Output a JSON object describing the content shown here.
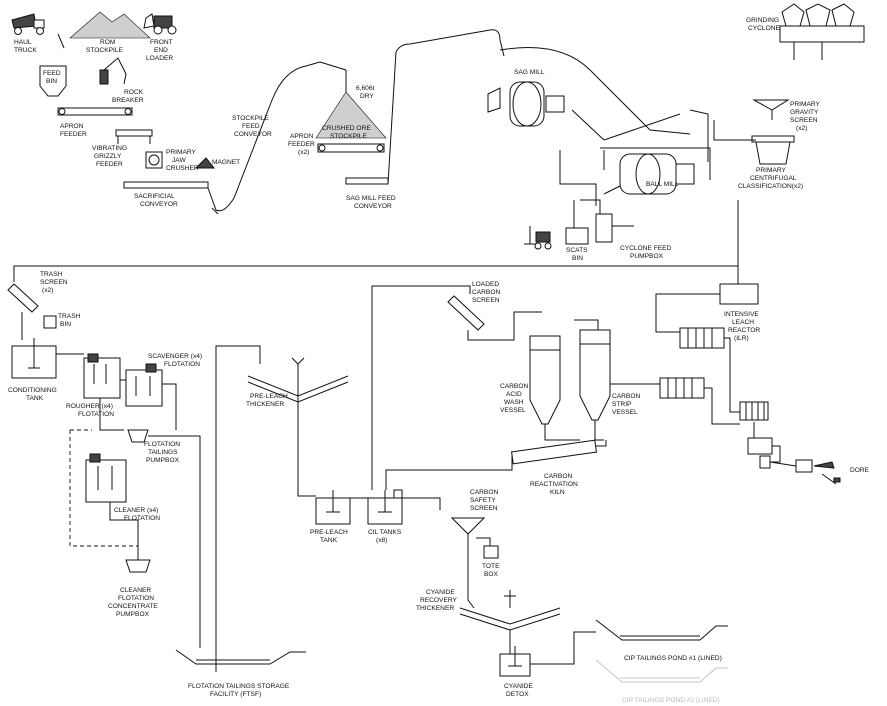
{
  "nodes": {
    "haul_truck": [
      "HAUL",
      "TRUCK"
    ],
    "rom_stockpile": [
      "ROM",
      "STOCKPILE"
    ],
    "front_end_loader": [
      "FRONT",
      "END",
      "LOADER"
    ],
    "feed_bin": [
      "FEED",
      "BIN"
    ],
    "rock_breaker": [
      "ROCK",
      "BREAKER"
    ],
    "apron_feeder": [
      "APRON",
      "FEEDER"
    ],
    "vibrating_grizzly_feeder": [
      "VIBRATING",
      "GRIZZLY",
      "FEEDER"
    ],
    "primary_jaw_crusher": [
      "PRIMARY",
      "JAW",
      "CRUSHER"
    ],
    "magnet": [
      "MAGNET"
    ],
    "sacrificial_conveyor": [
      "SACRIFICIAL",
      "CONVEYOR"
    ],
    "stockpile_feed_conveyor": [
      "STOCKPILE",
      "FEED",
      "CONVEYOR"
    ],
    "apron_feeder_x2": [
      "APRON",
      "FEEDER",
      "(x2)"
    ],
    "stockpile_capacity": [
      "6,606t",
      "DRY"
    ],
    "crushed_ore_stockpile": [
      "CRUSHED ORE",
      "STOCKPILE"
    ],
    "sag_mill_feed_conveyor": [
      "SAG MILL FEED",
      "CONVEYOR"
    ],
    "sag_mill": [
      "SAG MILL"
    ],
    "grinding_cyclone": [
      "GRINDING",
      "CYCLONE"
    ],
    "primary_gravity_screen": [
      "PRIMARY",
      "GRAVITY",
      "SCREEN",
      "(x2)"
    ],
    "ball_mill": [
      "BALL MILL"
    ],
    "primary_centrifugal_classification": [
      "PRIMARY",
      "CENTRIFUGAL",
      "CLASSIFICATION(x2)"
    ],
    "scats_bin": [
      "SCATS",
      "BIN"
    ],
    "cyclone_feed_pumpbox": [
      "CYCLONE FEED",
      "PUMPBOX"
    ],
    "trash_screen": [
      "TRASH",
      "SCREEN",
      "(x2)"
    ],
    "trash_bin": [
      "TRASH",
      "BIN"
    ],
    "conditioning_tank": [
      "CONDITIONING",
      "TANK"
    ],
    "scavenger_flotation": [
      "SCAVENGER (x4)",
      "FLOTATION"
    ],
    "rougher_flotation": [
      "ROUGHER (x4)",
      "FLOTATION"
    ],
    "flotation_tailings_pumpbox": [
      "FLOTATION",
      "TAILINGS",
      "PUMPBOX"
    ],
    "cleaner_flotation": [
      "CLEANER (x4)",
      "FLOTATION"
    ],
    "cleaner_flotation_concentrate_pumpbox": [
      "CLEANER",
      "FLOTATION",
      "CONCENTRATE",
      "PUMPBOX"
    ],
    "ftsf": [
      "FLOTATION TAILINGS STORAGE",
      "FACILITY (FTSF)"
    ],
    "pre_leach_thickener": [
      "PRE-LEACH",
      "THICKENER"
    ],
    "pre_leach_tank": [
      "PRE-LEACH",
      "TANK"
    ],
    "cil_tanks": [
      "CIL TANKS",
      "(x8)"
    ],
    "loaded_carbon_screen": [
      "LOADED",
      "CARBON",
      "SCREEN"
    ],
    "carbon_acid_wash_vessel": [
      "CARBON",
      "ACID",
      "WASH",
      "VESSEL"
    ],
    "carbon_strip_vessel": [
      "CARBON",
      "STRIP",
      "VESSEL"
    ],
    "intensive_leach_reactor": [
      "INTENSIVE",
      "LEACH",
      "REACTOR",
      "(ILR)"
    ],
    "carbon_reactivation_kiln": [
      "CARBON",
      "REACTIVATION",
      "KILN"
    ],
    "dore": [
      "DORE"
    ],
    "carbon_safety_screen": [
      "CARBON",
      "SAFETY",
      "SCREEN"
    ],
    "tote_box": [
      "TOTE",
      "BOX"
    ],
    "cyanide_recovery_thickener": [
      "CYANIDE",
      "RECOVERY",
      "THICKENER"
    ],
    "cyanide_detox": [
      "CYANIDE",
      "DETOX"
    ],
    "cip_tailings_pond_1": [
      "CIP TAILINGS POND #1 (LINED)"
    ],
    "cip_tailings_pond_2": [
      "CIP TAILINGS POND #2 (LINED)"
    ]
  },
  "colors": {
    "line": "#111111",
    "faint_line": "#c4c4c4",
    "background": "#ffffff"
  }
}
